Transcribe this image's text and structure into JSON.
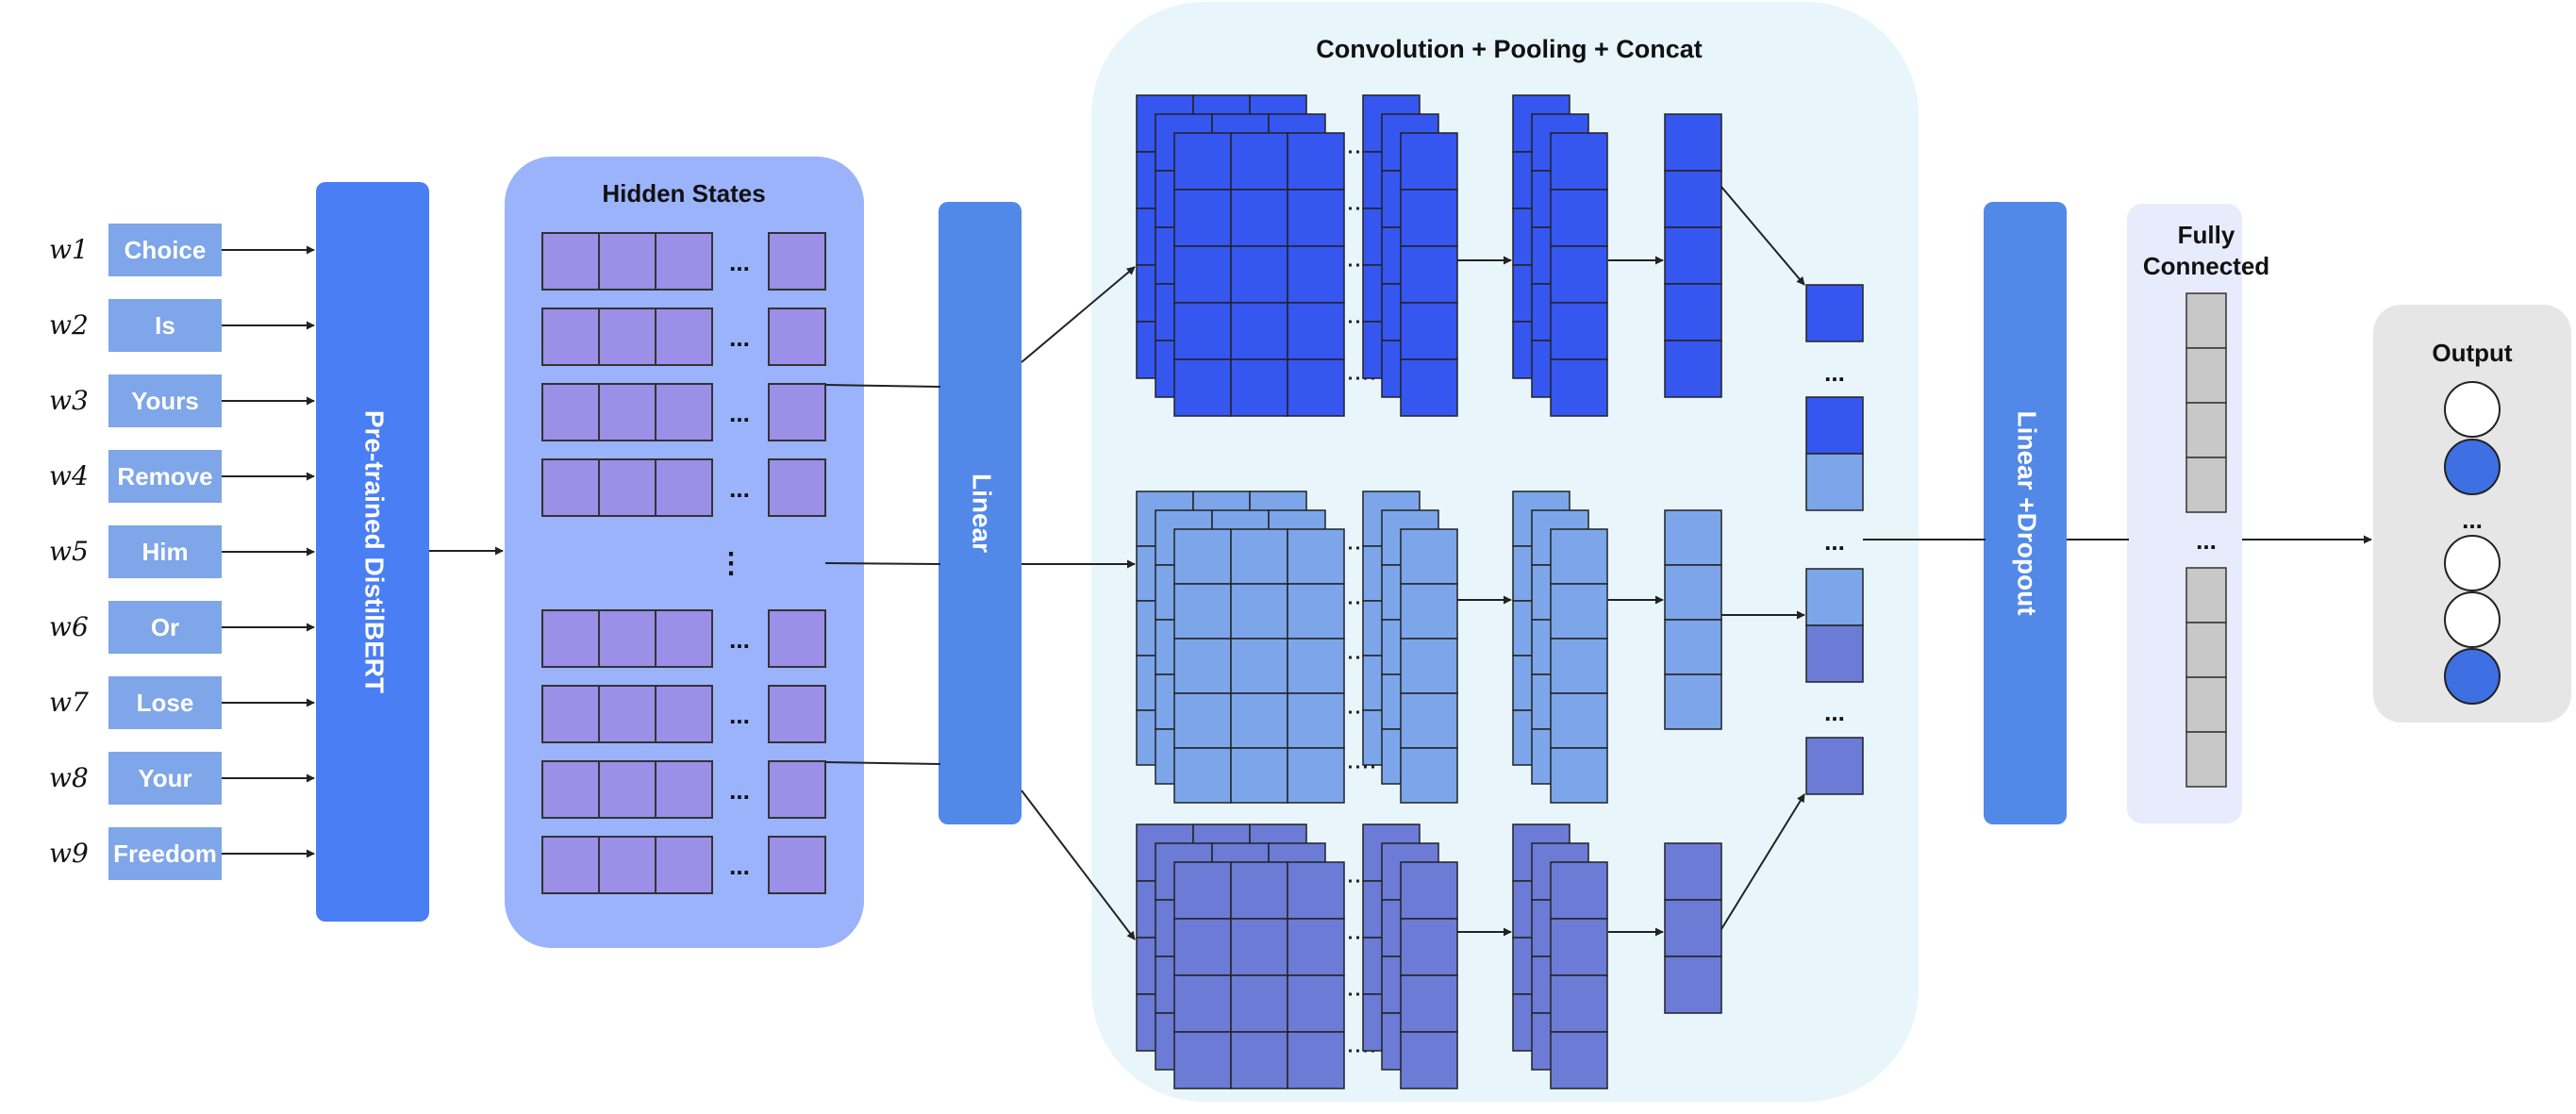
{
  "input": {
    "word_labels": [
      "w1",
      "w2",
      "w3",
      "w4",
      "w5",
      "w6",
      "w7",
      "w8",
      "w9"
    ],
    "tokens": [
      "Choice",
      "Is",
      "Yours",
      "Remove",
      "Him",
      "Or",
      "Lose",
      "Your",
      "Freedom"
    ]
  },
  "encoder": {
    "label": "Pre-trained DistilBERT"
  },
  "hidden_states": {
    "title": "Hidden States",
    "ellipsis": "...",
    "vertical_ellipsis": "⋮"
  },
  "linear": {
    "label": "Linear"
  },
  "conv": {
    "title": "Convolution + Pooling + Concat",
    "ellipsis": "..."
  },
  "linear_dropout": {
    "label": "Linear +Dropout"
  },
  "fully_connected": {
    "title_line1": "Fully",
    "title_line2": "Connected",
    "ellipsis": "..."
  },
  "output": {
    "title": "Output",
    "ellipsis": "..."
  },
  "colors": {
    "token_box": "#7ea6e8",
    "encoder": "#4a7ef5",
    "hidden_panel": "#9ab3fb",
    "hidden_cell": "#9b8fe8",
    "linear": "#5288e8",
    "conv_panel": "#e8f6fc",
    "branch1": "#3656f0",
    "branch2": "#7da6ea",
    "branch3": "#6b7bd6",
    "fc_panel": "#e8ebfb",
    "fc_cell": "#c8c8c8",
    "output_panel": "#e6e6e6",
    "output_active": "#3e6fe3"
  }
}
